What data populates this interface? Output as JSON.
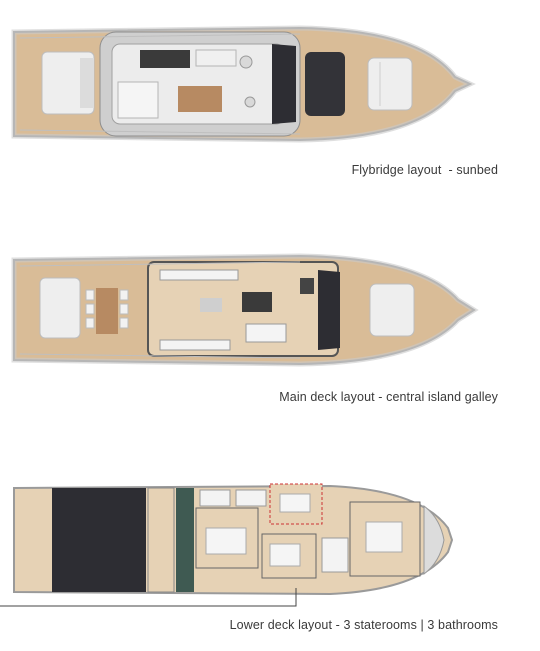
{
  "layouts": [
    {
      "id": "flybridge",
      "caption": "Flybridge layout  - sunbed"
    },
    {
      "id": "main-deck",
      "caption": "Main deck layout - central island galley"
    },
    {
      "id": "lower-deck",
      "caption": "Lower deck layout - 3 staterooms | 3 bathrooms"
    }
  ],
  "colors": {
    "teak": "#d9bc97",
    "hull_outline": "#9a9a9a",
    "dark_glass": "#2d2d33",
    "cushion": "#eeeeee",
    "floor": "#e6d2b5"
  }
}
